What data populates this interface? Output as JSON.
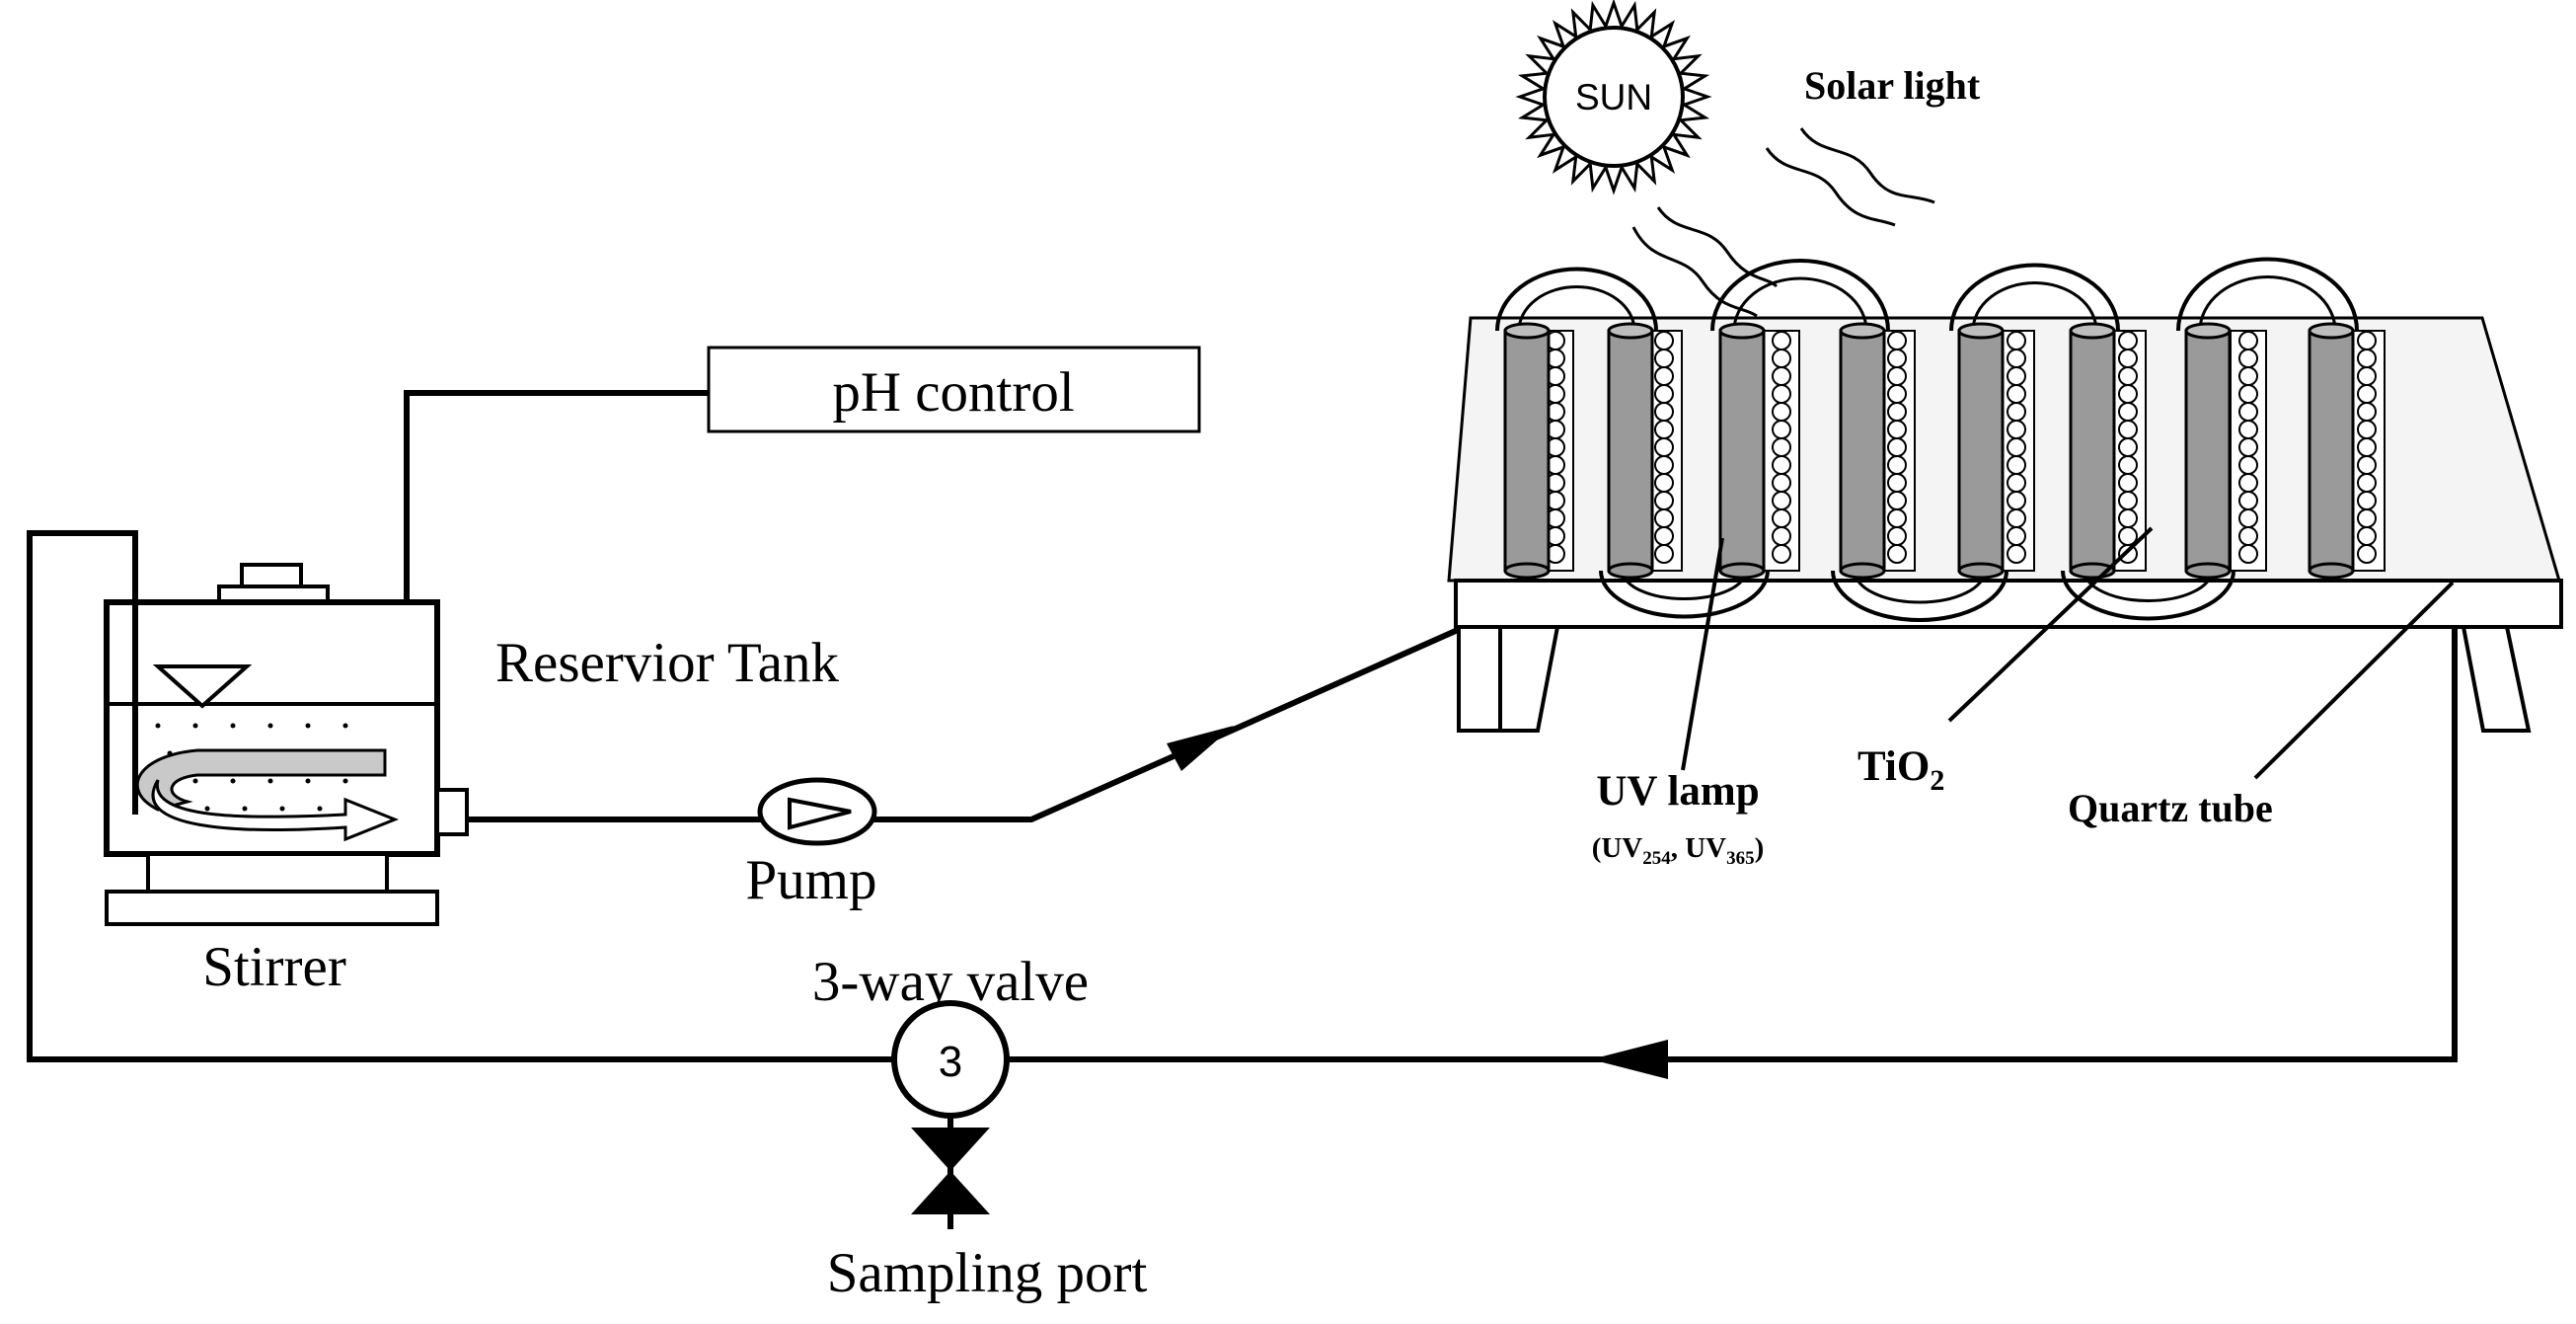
{
  "labels": {
    "sun": "SUN",
    "solar_light": "Solar light",
    "ph_control": "pH control",
    "reservoir_tank": "Reservior Tank",
    "pump": "Pump",
    "stirrer": "Stirrer",
    "three_way_valve": "3-way valve",
    "valve_symbol": "3",
    "sampling_port": "Sampling  port",
    "uv_lamp": "UV lamp",
    "uv_lamp_spec_prefix": "(UV",
    "uv_lamp_spec_sub1": "254",
    "uv_lamp_spec_mid": ", UV",
    "uv_lamp_spec_sub2": "365",
    "uv_lamp_spec_suffix": ")",
    "tio2_main": "TiO",
    "tio2_sub": "2",
    "quartz_tube": "Quartz tube"
  },
  "colors": {
    "line": "#000000",
    "lamp_fill": "#9a9a9a",
    "panel_fill": "#f4f4f4",
    "tube_fill": "#ffffff"
  }
}
